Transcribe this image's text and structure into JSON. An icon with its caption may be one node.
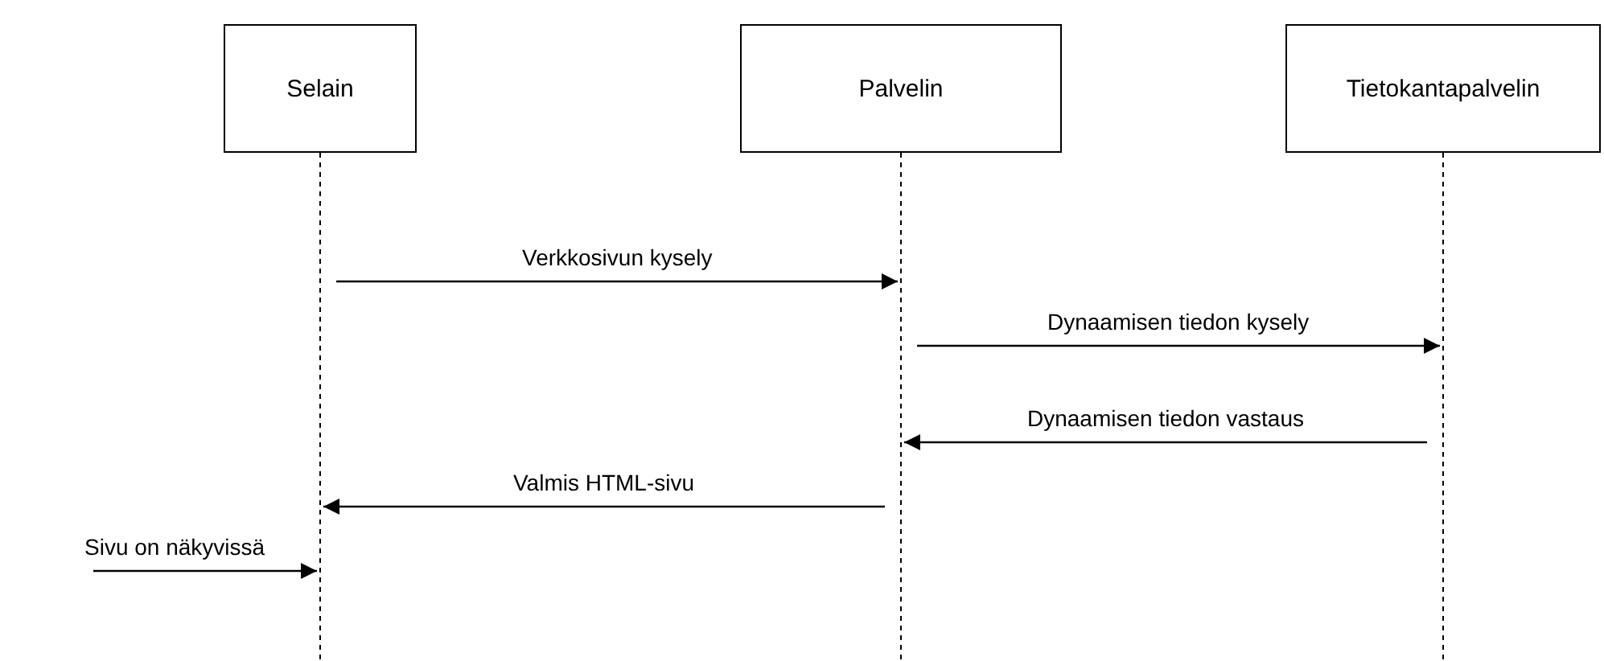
{
  "diagram": {
    "nodes": [
      {
        "text": [
          "Selain"
        ]
      },
      {
        "text": [
          "Palvelin"
        ]
      },
      {
        "text": [
          "Tietokantapalvelin"
        ]
      }
    ],
    "edges": [
      {
        "from": 0,
        "to": 1,
        "arrow": "to",
        "label": "Verkkosivun kysely"
      },
      {
        "from": 1,
        "to": 2,
        "arrow": "to",
        "label": "Dynaamisen tiedon kysely"
      },
      {
        "from": 2,
        "to": 1,
        "arrow": "to",
        "label": "Dynaamisen tiedon vastaus"
      },
      {
        "from": 1,
        "to": 0,
        "arrow": "to",
        "label": "Valmis HTML-sivu"
      },
      {
        "from": null,
        "to": 0,
        "arrow": "to",
        "label": "Sivu on näkyvissä"
      }
    ]
  }
}
